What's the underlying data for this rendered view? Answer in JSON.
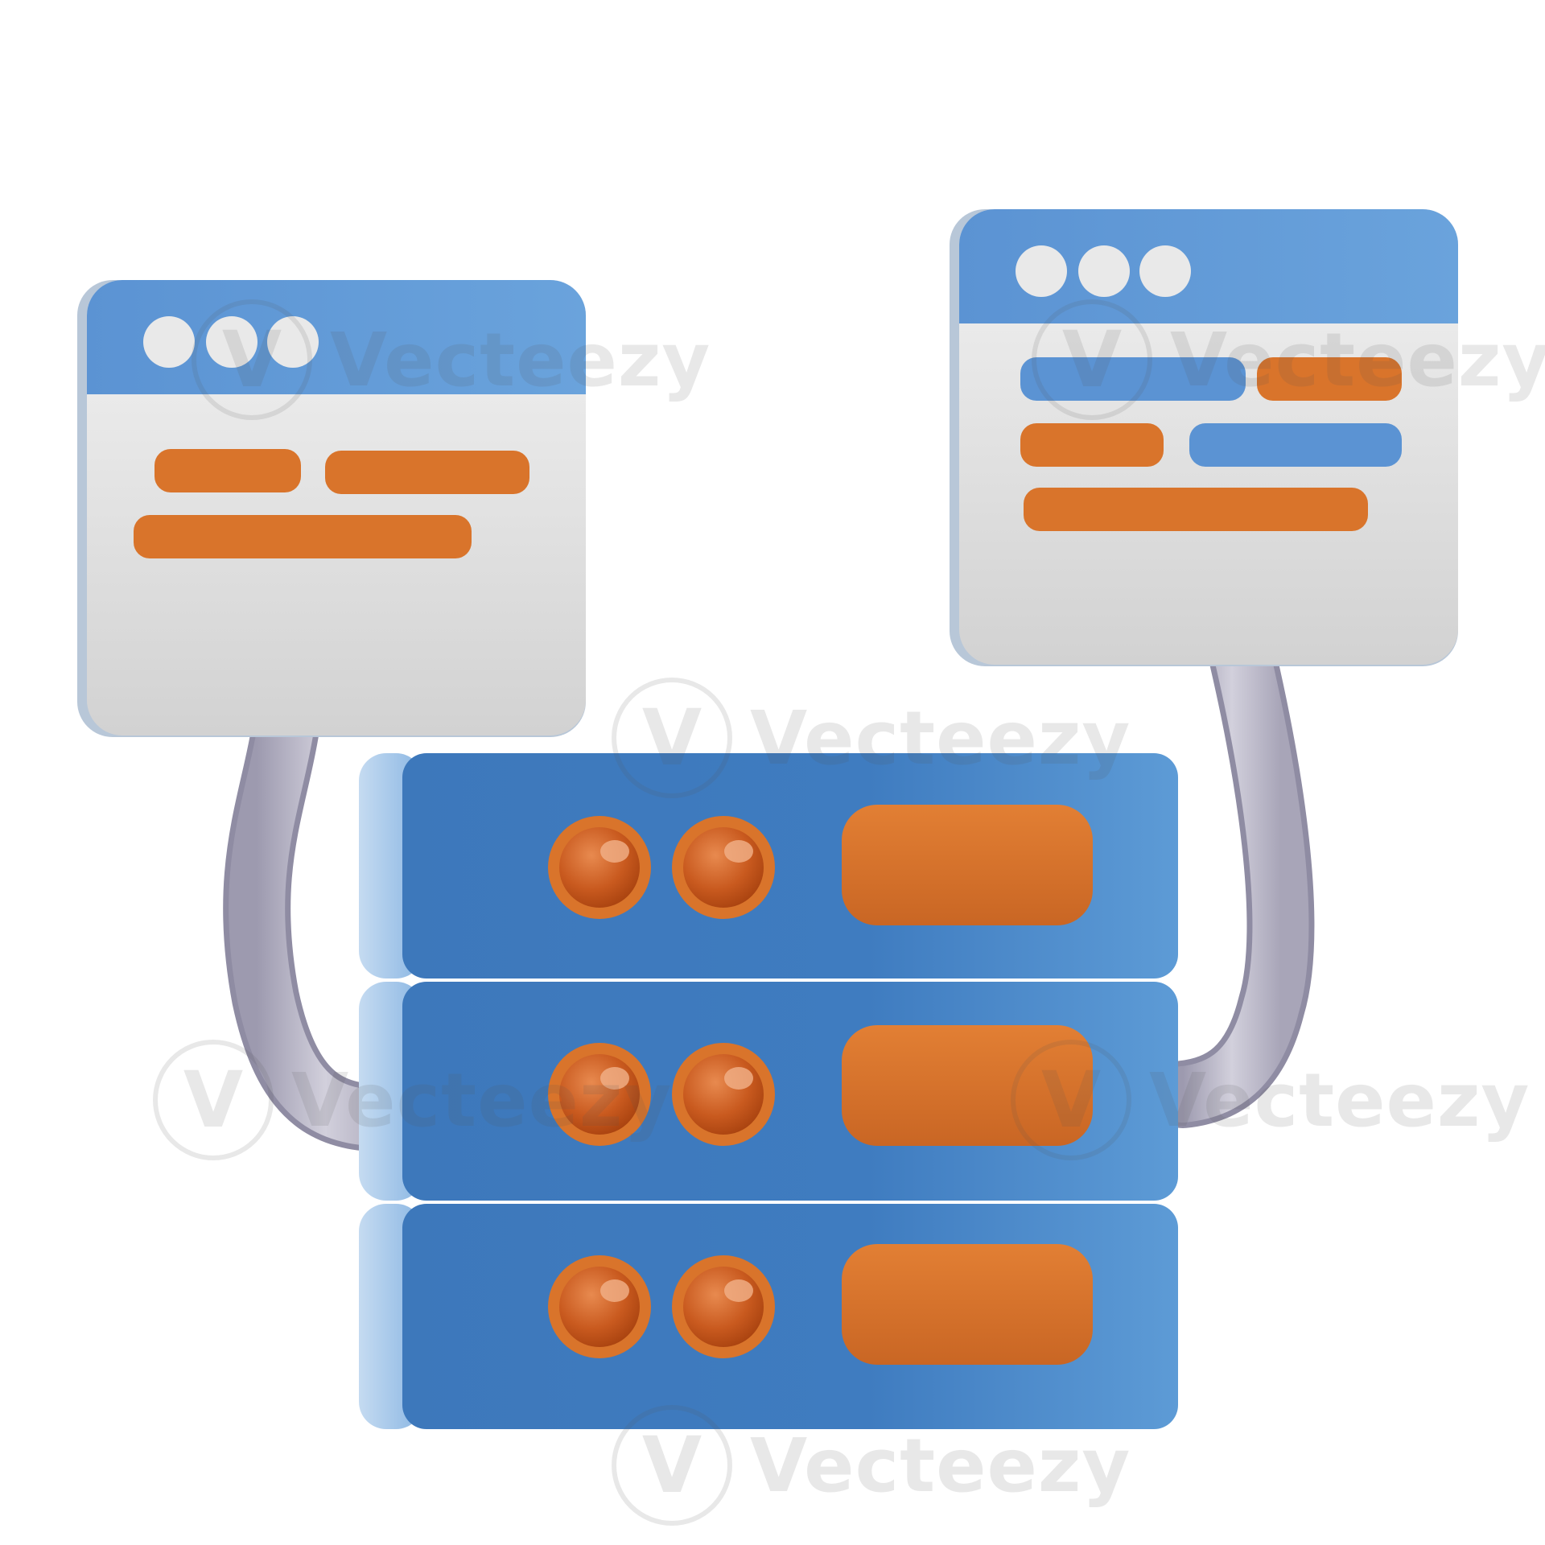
{
  "illustration": {
    "subject": "server-rack-with-two-browser-windows",
    "colors": {
      "blue": "#4f8fd0",
      "blue_dark": "#3f7dbf",
      "blue_light": "#a6c9ea",
      "orange": "#d9742b",
      "window_body": "#dcdcdc",
      "cable": "#b7b4c4",
      "dot": "#e9e9e9"
    },
    "server_units": 3,
    "left_window_bars": 3,
    "right_window_bars": 5
  },
  "watermark": {
    "brand": "Vecteezy",
    "badge_glyph": "V"
  }
}
